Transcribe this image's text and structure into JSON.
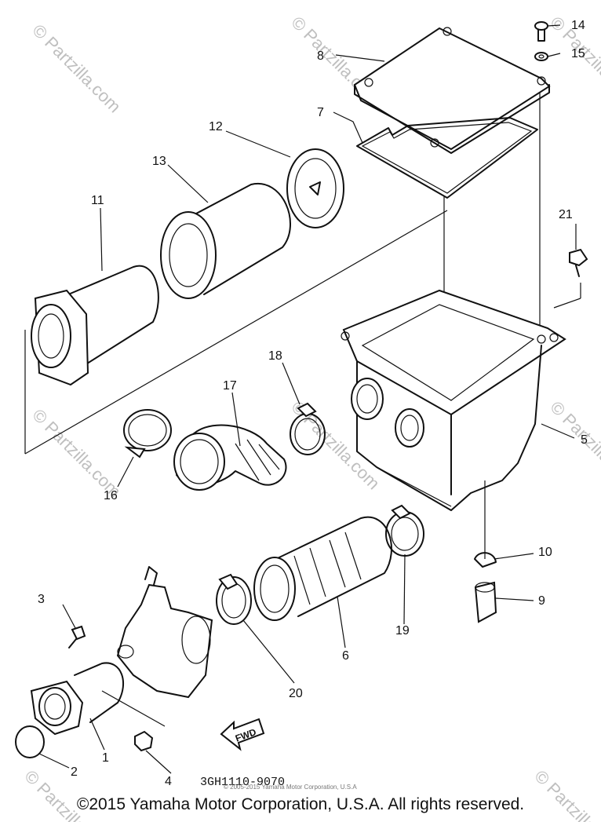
{
  "watermarks": [
    "© Partzilla.com",
    "© Partzilla.com",
    "© Partzilla.com",
    "© Partzilla.com",
    "© Partzilla.com",
    "© Partzilla.com",
    "© Partzilla.com",
    "© Partzilla.com"
  ],
  "callouts": {
    "p1": "1",
    "p2": "2",
    "p3": "3",
    "p4": "4",
    "p5": "5",
    "p6": "6",
    "p7": "7",
    "p8": "8",
    "p9": "9",
    "p10": "10",
    "p11": "11",
    "p12": "12",
    "p13": "13",
    "p14": "14",
    "p15": "15",
    "p16": "16",
    "p17": "17",
    "p18": "18",
    "p19": "19",
    "p20": "20",
    "p21": "21"
  },
  "fwd_label": "FWD",
  "drawing_code": "3GH1110-9070",
  "tiny_notice": "© 2005-2015 Yamaha Motor Corporation, U.S.A",
  "copyright": "©2015 Yamaha Motor Corporation, U.S.A. All rights reserved."
}
